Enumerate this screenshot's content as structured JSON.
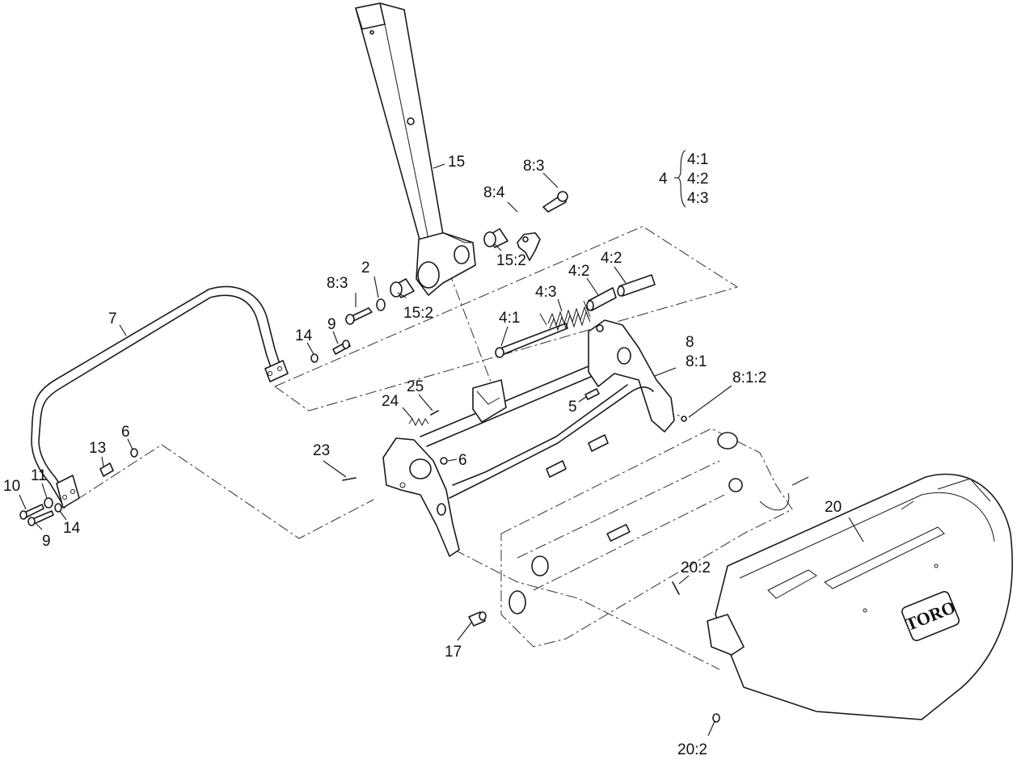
{
  "callouts": {
    "c15": "15",
    "c8_3_top": "8:3",
    "c8_4": "8:4",
    "c15_2_right": "15:2",
    "c8_3_left": "8:3",
    "c2": "2",
    "c15_2_left": "15:2",
    "c4": "4",
    "c4_1_bracket": "4:1",
    "c4_2_bracket": "4:2",
    "c4_3_bracket": "4:3",
    "c4_2_a": "4:2",
    "c4_2_b": "4:2",
    "c4_3": "4:3",
    "c4_1": "4:1",
    "c7": "7",
    "c14_top": "14",
    "c9_top": "9",
    "c8": "8",
    "c8_1": "8:1",
    "c8_1_2": "8:1:2",
    "c25": "25",
    "c24": "24",
    "c5": "5",
    "c13": "13",
    "c6_left": "6",
    "c6_right": "6",
    "c23": "23",
    "c10": "10",
    "c11": "11",
    "c9_bottom": "9",
    "c14_bottom": "14",
    "c20": "20",
    "c20_2_top": "20:2",
    "c17": "17",
    "c20_2_bottom": "20:2"
  },
  "logo": {
    "text": "TORO"
  }
}
